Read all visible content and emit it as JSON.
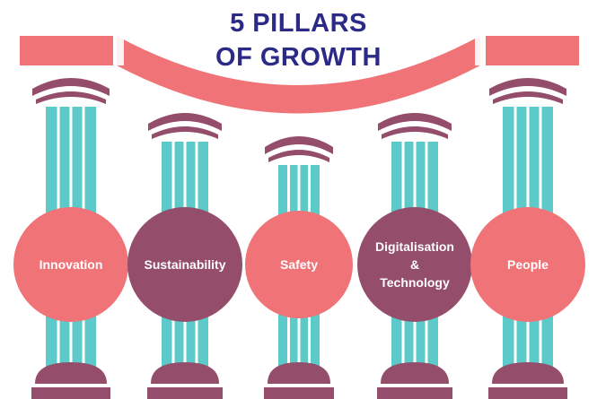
{
  "title": {
    "line1": "5 PILLARS",
    "line2": "OF GROWTH"
  },
  "colors": {
    "coral": "#f07378",
    "plum": "#944d6a",
    "teal": "#5ccac8",
    "title": "#2b2a86",
    "banner": "#f07378"
  },
  "pillars": [
    {
      "id": "innovation",
      "lines": [
        "Innovation"
      ],
      "circle_color": "coral"
    },
    {
      "id": "sustainability",
      "lines": [
        "Sustainability"
      ],
      "circle_color": "plum"
    },
    {
      "id": "safety",
      "lines": [
        "Safety"
      ],
      "circle_color": "coral"
    },
    {
      "id": "digitalisation",
      "lines": [
        "Digitalisation",
        "&",
        "Technology"
      ],
      "circle_color": "plum"
    },
    {
      "id": "people",
      "lines": [
        "People"
      ],
      "circle_color": "coral"
    }
  ]
}
